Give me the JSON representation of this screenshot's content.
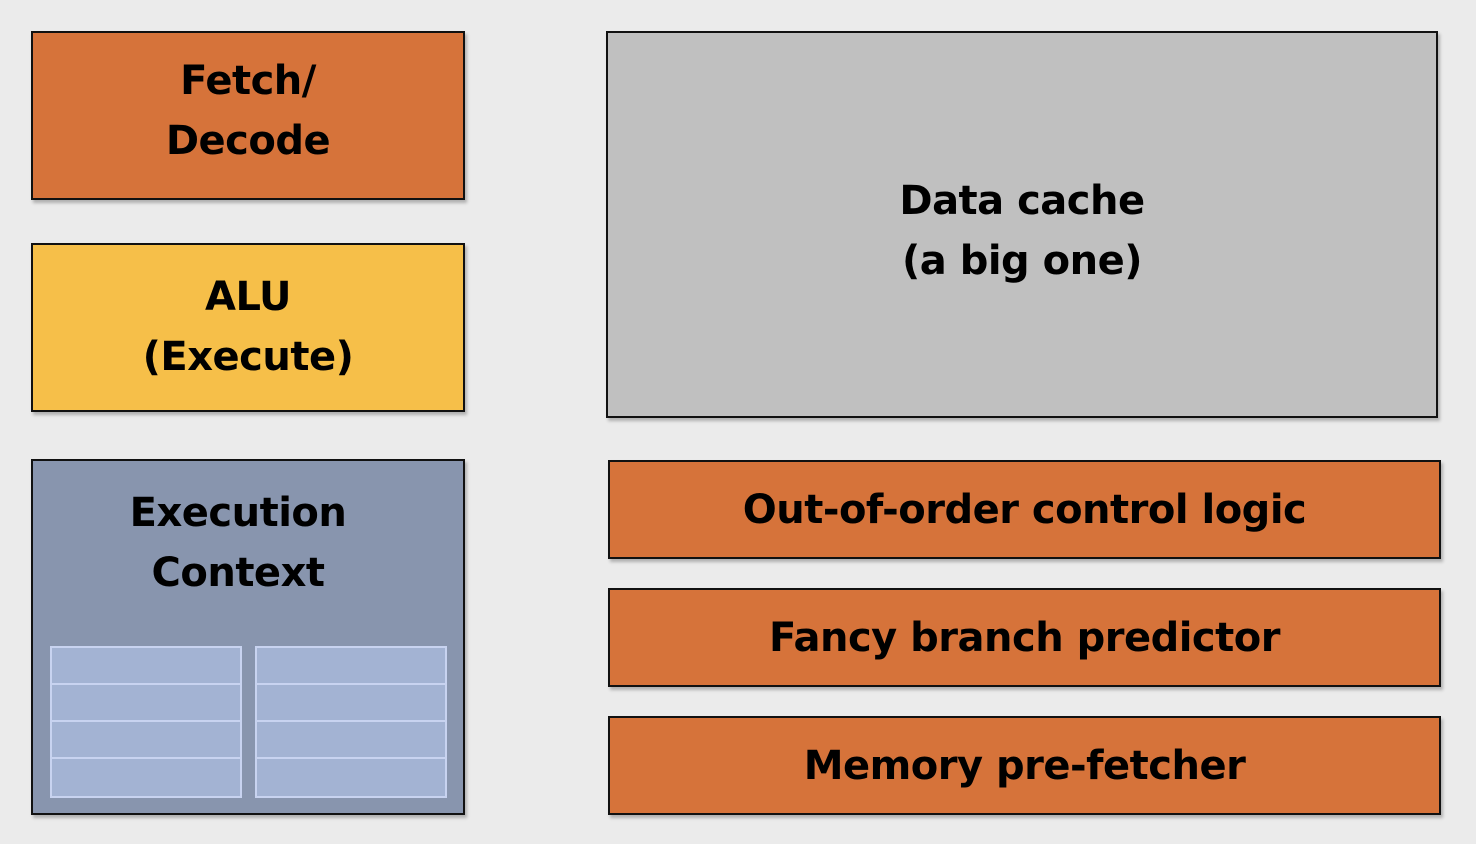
{
  "blocks": {
    "fetch_decode": {
      "line1": "Fetch/",
      "line2": "Decode"
    },
    "alu": {
      "line1": "ALU",
      "line2": "(Execute)"
    },
    "execution_context": {
      "line1": "Execution",
      "line2": "Context"
    },
    "data_cache": {
      "line1": "Data cache",
      "line2": "(a big one)"
    },
    "ooo_control": {
      "label": "Out-of-order control logic"
    },
    "branch_predictor": {
      "label": "Fancy branch predictor"
    },
    "prefetcher": {
      "label": "Memory pre-fetcher"
    }
  },
  "colors": {
    "background": "#ebebeb",
    "orange": "#d6733a",
    "yellow": "#f6bf49",
    "slate": "#8895ae",
    "gray": "#c0c0c0",
    "register": "#a3b3d3"
  }
}
